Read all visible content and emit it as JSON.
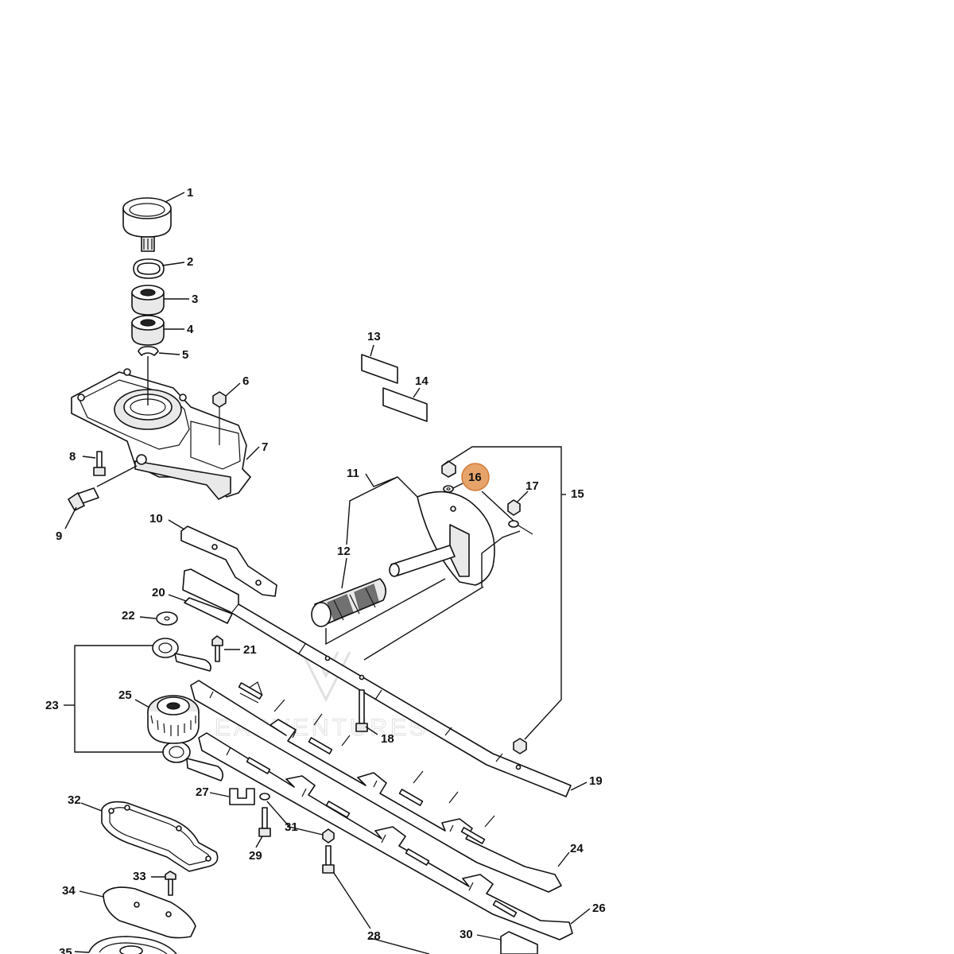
{
  "diagram": {
    "highlight_color": "#e6a46a",
    "highlight_stroke": "#d07a36",
    "watermark_text": "EADVENTURES",
    "parts": [
      {
        "id": "1",
        "label": "1"
      },
      {
        "id": "2",
        "label": "2"
      },
      {
        "id": "3",
        "label": "3"
      },
      {
        "id": "4",
        "label": "4"
      },
      {
        "id": "5",
        "label": "5"
      },
      {
        "id": "6",
        "label": "6"
      },
      {
        "id": "7",
        "label": "7"
      },
      {
        "id": "8",
        "label": "8"
      },
      {
        "id": "9",
        "label": "9"
      },
      {
        "id": "10",
        "label": "10"
      },
      {
        "id": "11",
        "label": "11"
      },
      {
        "id": "12",
        "label": "12"
      },
      {
        "id": "13",
        "label": "13"
      },
      {
        "id": "14",
        "label": "14"
      },
      {
        "id": "15",
        "label": "15"
      },
      {
        "id": "16",
        "label": "16",
        "highlighted": true
      },
      {
        "id": "17",
        "label": "17"
      },
      {
        "id": "18",
        "label": "18"
      },
      {
        "id": "19",
        "label": "19"
      },
      {
        "id": "20",
        "label": "20"
      },
      {
        "id": "21",
        "label": "21"
      },
      {
        "id": "22",
        "label": "22"
      },
      {
        "id": "23",
        "label": "23"
      },
      {
        "id": "24",
        "label": "24"
      },
      {
        "id": "25",
        "label": "25"
      },
      {
        "id": "26",
        "label": "26"
      },
      {
        "id": "27",
        "label": "27"
      },
      {
        "id": "28",
        "label": "28"
      },
      {
        "id": "29",
        "label": "29"
      },
      {
        "id": "30",
        "label": "30"
      },
      {
        "id": "31",
        "label": "31"
      },
      {
        "id": "32",
        "label": "32"
      },
      {
        "id": "33",
        "label": "33"
      },
      {
        "id": "34",
        "label": "34"
      },
      {
        "id": "35",
        "label": "35"
      }
    ]
  }
}
